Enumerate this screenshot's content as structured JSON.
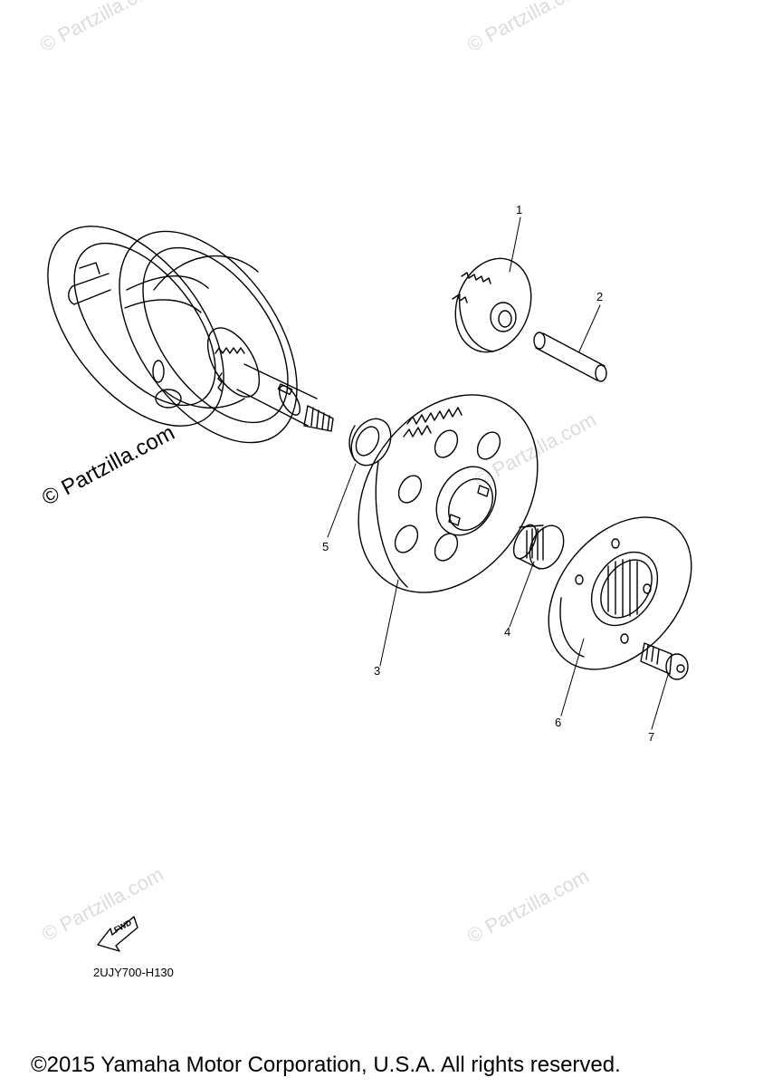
{
  "watermark": "© Partzilla.com",
  "callouts": {
    "p1": "1",
    "p2": "2",
    "p3": "3",
    "p4": "4",
    "p5": "5",
    "p6": "6",
    "p7": "7"
  },
  "fwd_badge": "FWD",
  "reference_code": "2UJY700-H130",
  "copyright": "©2015 Yamaha Motor Corporation, U.S.A. All rights reserved.",
  "colors": {
    "line": "#000000",
    "watermark": "#dcdcdc",
    "background": "#ffffff"
  },
  "icons": {
    "direction": "fwd-arrow-icon"
  }
}
